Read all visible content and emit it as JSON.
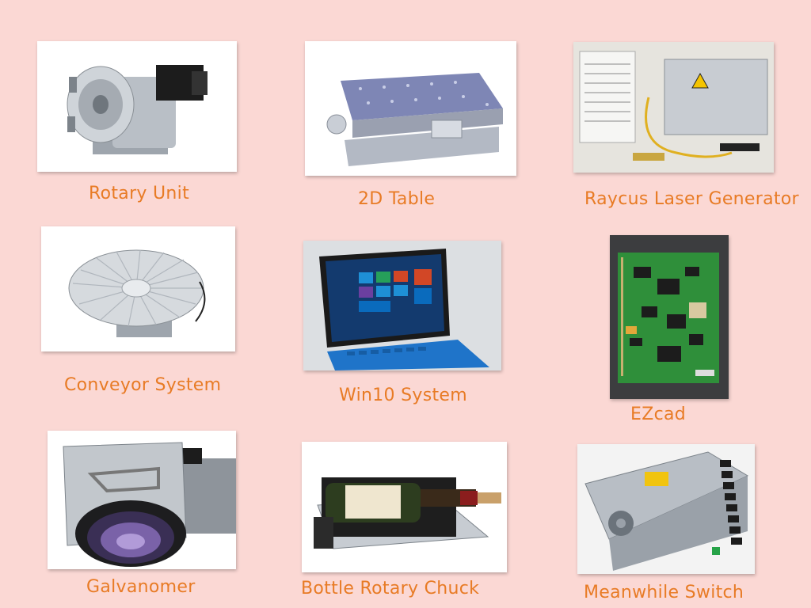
{
  "items": [
    {
      "label": "Rotary Unit"
    },
    {
      "label": "2D Table"
    },
    {
      "label": "Raycus Laser Generator"
    },
    {
      "label": "Conveyor System"
    },
    {
      "label": "Win10 System"
    },
    {
      "label": "EZcad"
    },
    {
      "label": "Galvanomer"
    },
    {
      "label": "Bottle Rotary Chuck"
    },
    {
      "label": "Meanwhile Switch"
    }
  ],
  "colors": {
    "background": "#fbd8d4",
    "caption": "#e87b25",
    "card": "#ffffff"
  }
}
